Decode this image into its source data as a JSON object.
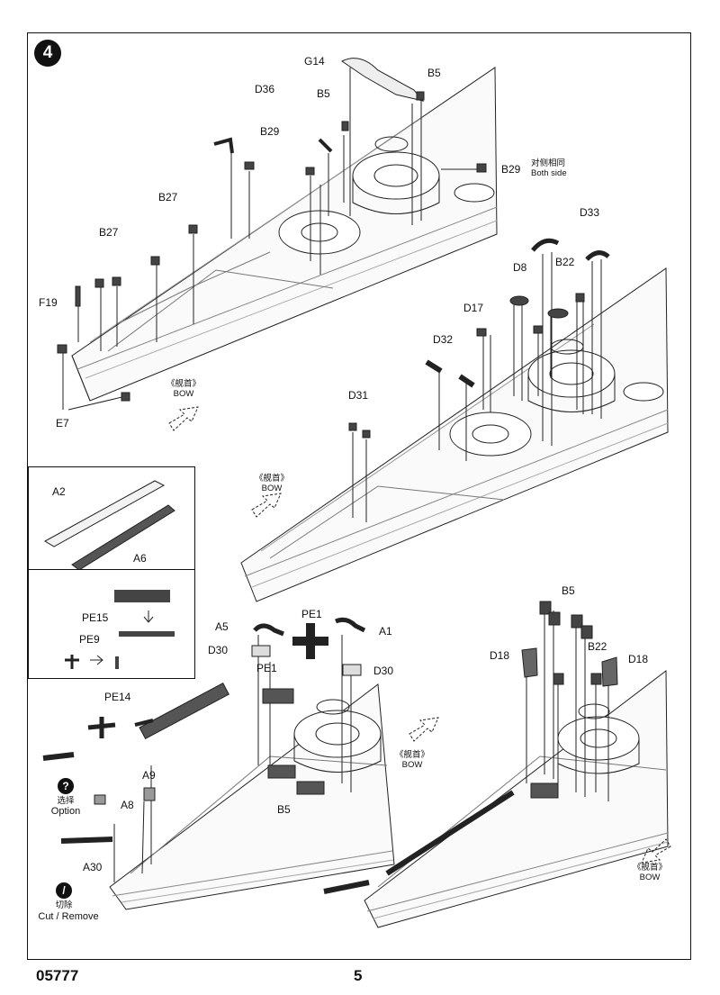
{
  "step": {
    "number": "4"
  },
  "footer": {
    "code": "05777",
    "page": "5"
  },
  "bow": {
    "cn": "《舰首》",
    "en": "BOW"
  },
  "both_side": {
    "cn": "对侧相同",
    "en": "Both side"
  },
  "option": {
    "cn": "选择",
    "en": "Option"
  },
  "cut_remove": {
    "cn": "切除",
    "en": "Cut / Remove"
  },
  "parts": {
    "G14": "G14",
    "B5": "B5",
    "D36": "D36",
    "B29": "B29",
    "B27": "B27",
    "F19": "F19",
    "E7": "E7",
    "D33": "D33",
    "D8": "D8",
    "B22": "B22",
    "D17": "D17",
    "D32": "D32",
    "D31": "D31",
    "A2": "A2",
    "A6": "A6",
    "PE15": "PE15",
    "PE9": "PE9",
    "PE14": "PE14",
    "PE1": "PE1",
    "A5": "A5",
    "A1": "A1",
    "D30": "D30",
    "A9": "A9",
    "A8": "A8",
    "A30": "A30",
    "D18": "D18"
  }
}
